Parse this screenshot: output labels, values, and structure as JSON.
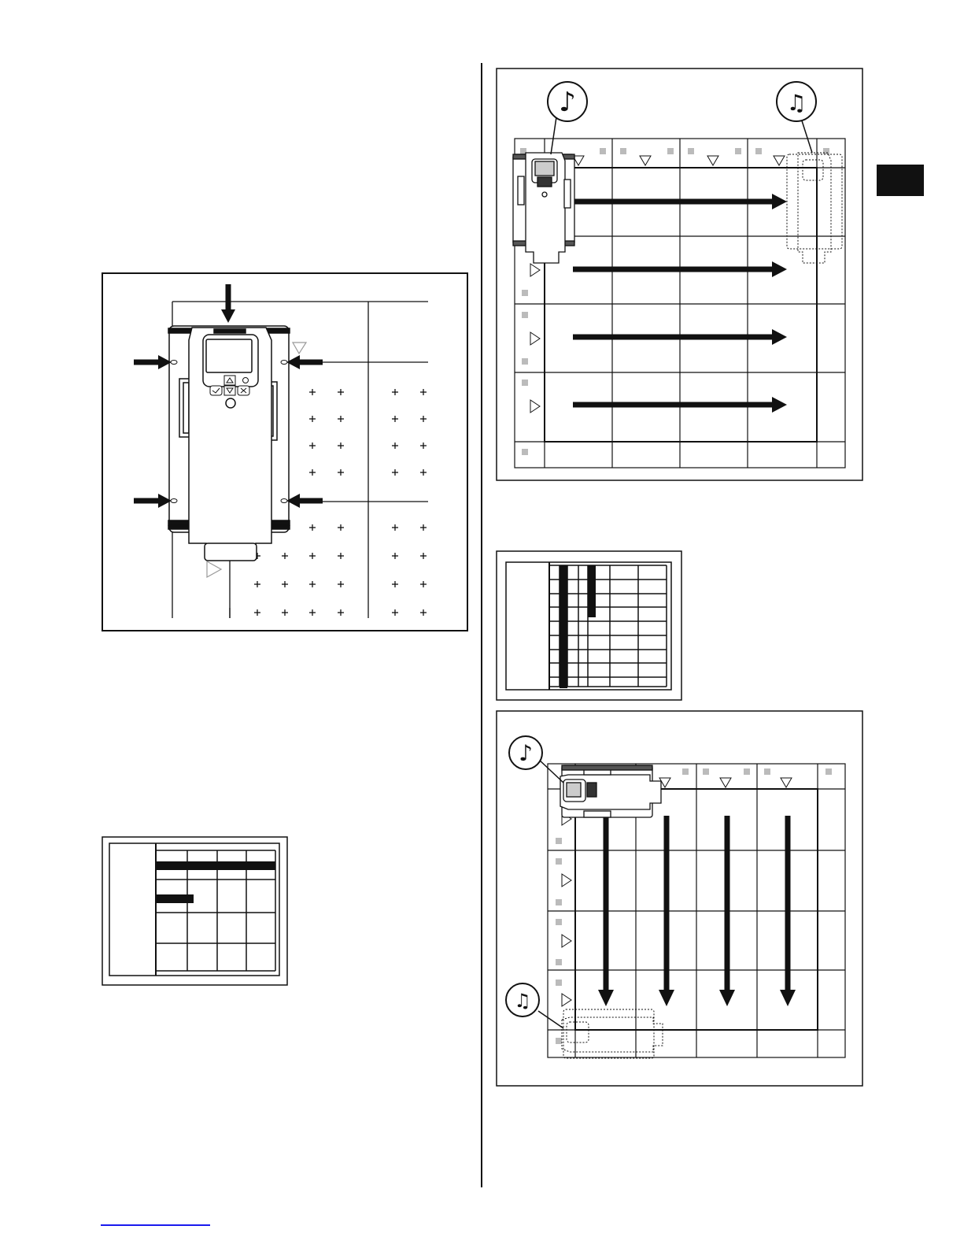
{
  "page": {
    "background": "#ffffff",
    "ink": "#111111",
    "side_tab_color": "#111111",
    "footer_link_color": "#1a1aee"
  },
  "icons": {
    "single_note": "music-note-icon",
    "double_note": "double-music-note-icon",
    "triangle_marker": "triangle-marker-icon",
    "crosshair": "plus-crosshair-icon",
    "arrow": "arrow-icon",
    "check_key": "check-icon",
    "up_key": "triangle-up-icon",
    "down_key": "triangle-down-icon",
    "cancel_key": "x-icon"
  },
  "figures": {
    "device_alignment": {
      "markings_pointed": 5
    },
    "horizontal_scan": {
      "passes": 4,
      "direction": "left-to-right"
    },
    "vertical_scan": {
      "passes": 4,
      "direction": "top-to-bottom"
    },
    "screen_small": {
      "rows": 4,
      "cols": 4
    },
    "screen_large": {
      "rows": 9,
      "cols": 6
    }
  }
}
